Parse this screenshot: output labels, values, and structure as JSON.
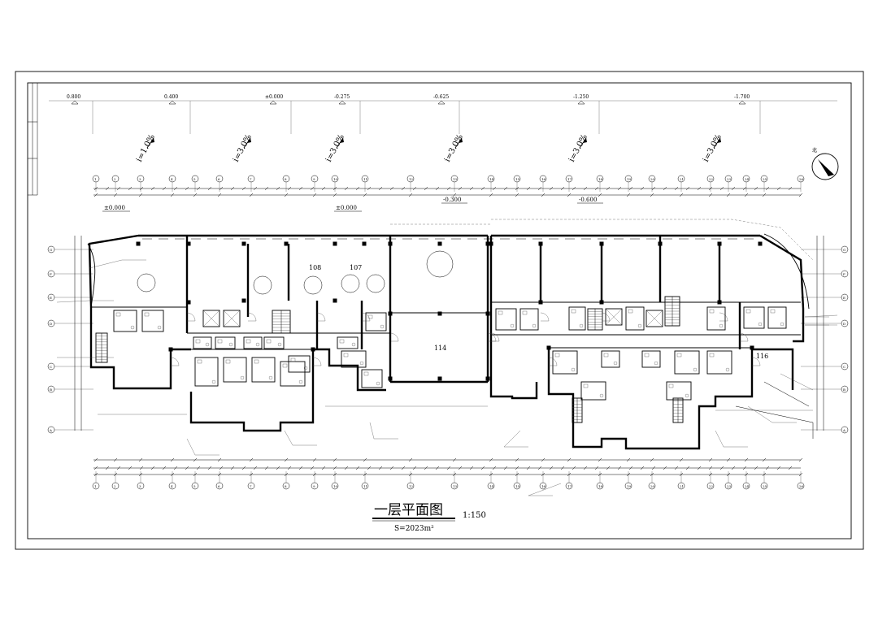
{
  "drawing": {
    "title": "一层平面图",
    "scale": "1:150",
    "area": "S=2023m²"
  },
  "elevations_top": [
    "0.800",
    "0.400",
    "±0.000",
    "-0.275",
    "-0.625",
    "-1.250",
    "-1.700"
  ],
  "slopes": [
    "i=1.0%",
    "i=3.0%",
    "i=3.0%",
    "i=3.0%",
    "i=3.0%",
    "i=3.0%"
  ],
  "levels": {
    "left": "±0.000",
    "mid": "±0.000",
    "center": "-0.300",
    "right": "-0.600"
  },
  "rooms": [
    "108",
    "107",
    "114",
    "116"
  ],
  "grid_rows": [
    "G",
    "F",
    "E",
    "D",
    "C",
    "B",
    "A"
  ]
}
